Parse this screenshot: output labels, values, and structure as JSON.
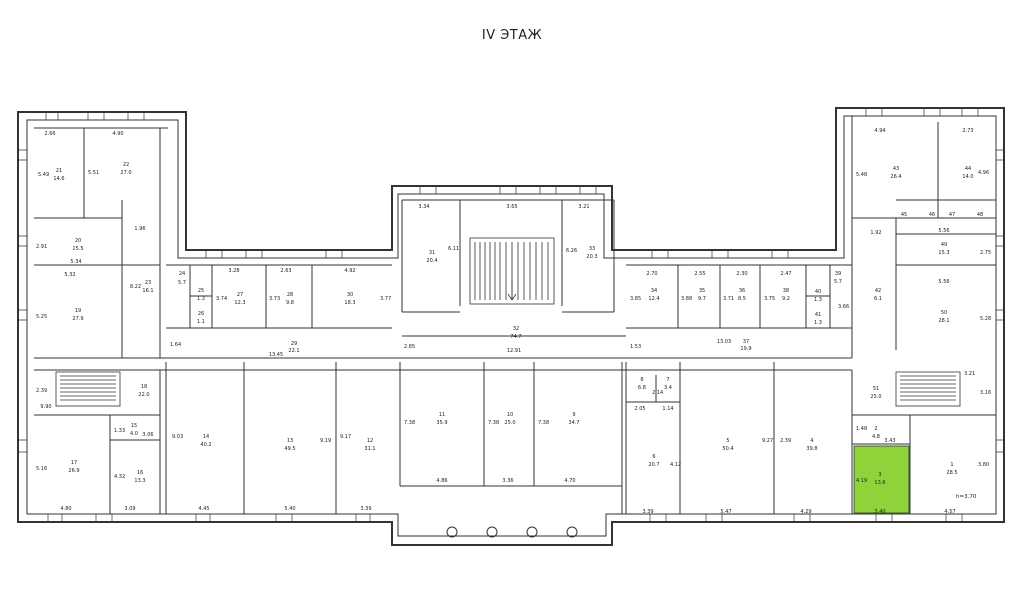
{
  "title": "IV ЭТАЖ",
  "height_note": "h=3.70",
  "highlight_color": "#8fd33a",
  "rooms": [
    {
      "num": "21",
      "area": "14.6",
      "dims": [
        "2.66",
        "5.49"
      ]
    },
    {
      "num": "22",
      "area": "27.0",
      "dims": [
        "4.90",
        "5.51"
      ]
    },
    {
      "num": "20",
      "area": "15.5",
      "dims": [
        "2.91",
        "5.34"
      ]
    },
    {
      "num": "19",
      "area": "27.9",
      "dims": [
        "5.32",
        "5.25"
      ]
    },
    {
      "num": "23",
      "area": "16.1",
      "dims": [
        "1.96",
        "8.22"
      ]
    },
    {
      "num": "24",
      "area": "5.7",
      "dims": []
    },
    {
      "num": "25",
      "area": "1.3",
      "dims": []
    },
    {
      "num": "26",
      "area": "1.1",
      "dims": []
    },
    {
      "num": "27",
      "area": "12.3",
      "dims": [
        "3.28",
        "3.74"
      ]
    },
    {
      "num": "28",
      "area": "9.8",
      "dims": [
        "2.63",
        "3.73"
      ]
    },
    {
      "num": "30",
      "area": "18.3",
      "dims": [
        "4.92",
        "3.77"
      ]
    },
    {
      "num": "29",
      "area": "22.1",
      "dims": [
        "13.45",
        "1.64"
      ]
    },
    {
      "num": "31",
      "area": "20.4",
      "dims": [
        "3.34",
        "6.11"
      ]
    },
    {
      "num": "33",
      "area": "20.3",
      "dims": [
        "3.21",
        "6.26"
      ]
    },
    {
      "num": "32",
      "area": "74.7",
      "dims": [
        "3.65",
        "12.91",
        "2.85"
      ]
    },
    {
      "num": "34",
      "area": "12.4",
      "dims": [
        "2.70",
        "3.85"
      ]
    },
    {
      "num": "35",
      "area": "9.7",
      "dims": [
        "2.55",
        "3.88"
      ]
    },
    {
      "num": "36",
      "area": "8.5",
      "dims": [
        "2.30",
        "3.71"
      ]
    },
    {
      "num": "38",
      "area": "9.2",
      "dims": [
        "2.47",
        "3.75"
      ]
    },
    {
      "num": "39",
      "area": "5.7",
      "dims": []
    },
    {
      "num": "40",
      "area": "1.3",
      "dims": []
    },
    {
      "num": "41",
      "area": "1.3",
      "dims": []
    },
    {
      "num": "37",
      "area": "19.9",
      "dims": [
        "13.03",
        "1.53",
        "3.66"
      ]
    },
    {
      "num": "43",
      "area": "26.4",
      "dims": [
        "4.94",
        "5.48"
      ]
    },
    {
      "num": "44",
      "area": "14.0",
      "dims": [
        "2.73",
        "4.96"
      ]
    },
    {
      "num": "45",
      "area": "",
      "dims": []
    },
    {
      "num": "46",
      "area": "",
      "dims": []
    },
    {
      "num": "47",
      "area": "",
      "dims": []
    },
    {
      "num": "48",
      "area": "",
      "dims": []
    },
    {
      "num": "42",
      "area": "6.1",
      "dims": [
        "1.92"
      ]
    },
    {
      "num": "49",
      "area": "15.3",
      "dims": [
        "5.56",
        "2.75"
      ]
    },
    {
      "num": "50",
      "area": "28.1",
      "dims": [
        "5.56",
        "5.28"
      ]
    },
    {
      "num": "18",
      "area": "22.0",
      "dims": [
        "2.39",
        "9.90"
      ]
    },
    {
      "num": "17",
      "area": "26.9",
      "dims": [
        "5.16",
        "4.80"
      ]
    },
    {
      "num": "15",
      "area": "4.0",
      "dims": [
        "1.33",
        "3.06"
      ]
    },
    {
      "num": "16",
      "area": "13.3",
      "dims": [
        "4.32",
        "3.09"
      ]
    },
    {
      "num": "14",
      "area": "40.2",
      "dims": [
        "9.03",
        "4.45"
      ]
    },
    {
      "num": "13",
      "area": "49.5",
      "dims": [
        "9.19",
        "5.40"
      ]
    },
    {
      "num": "12",
      "area": "31.1",
      "dims": [
        "9.17",
        "3.39"
      ]
    },
    {
      "num": "11",
      "area": "35.9",
      "dims": [
        "7.38",
        "4.86"
      ]
    },
    {
      "num": "10",
      "area": "25.0",
      "dims": [
        "7.38",
        "3.36"
      ]
    },
    {
      "num": "9",
      "area": "34.7",
      "dims": [
        "7.38",
        "4.70"
      ]
    },
    {
      "num": "8",
      "area": "6.8",
      "dims": [
        "2.14",
        "2.05"
      ]
    },
    {
      "num": "7",
      "area": "3.4",
      "dims": [
        "1.14"
      ]
    },
    {
      "num": "6",
      "area": "20.7",
      "dims": [
        "4.12",
        "3.39"
      ]
    },
    {
      "num": "5",
      "area": "50.4",
      "dims": [
        "9.27",
        "5.47"
      ]
    },
    {
      "num": "4",
      "area": "39.8",
      "dims": [
        "2.39",
        "4.29"
      ]
    },
    {
      "num": "51",
      "area": "25.0",
      "dims": [
        "3.21",
        "3.16"
      ]
    },
    {
      "num": "2",
      "area": "4.8",
      "dims": [
        "1.48",
        "3.43"
      ]
    },
    {
      "num": "3",
      "area": "13.6",
      "dims": [
        "4.19",
        "3.40"
      ]
    },
    {
      "num": "1",
      "area": "28.5",
      "dims": [
        "3.80",
        "4.57"
      ]
    }
  ]
}
